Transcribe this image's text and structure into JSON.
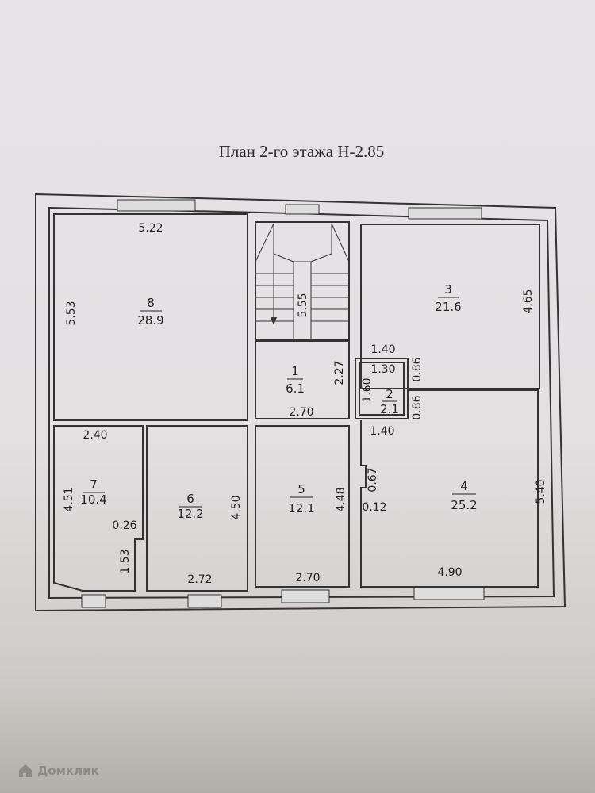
{
  "title": "План 2-го этажа Н-2.85",
  "rooms": {
    "r8": {
      "num": "8",
      "area": "28.9",
      "width": "5.22",
      "height": "5.53"
    },
    "stair": {
      "length": "5.55"
    },
    "r3": {
      "num": "3",
      "area": "21.6",
      "height": "4.65"
    },
    "r1": {
      "num": "1",
      "area": "6.1",
      "height": "2.27",
      "width": "2.70"
    },
    "r2": {
      "num": "2",
      "area": "2.1",
      "outer_top": "1.40",
      "inner_top": "1.30",
      "height": "1.60",
      "right_top": "0.86",
      "right_bottom": "0.86",
      "bottom": "1.40"
    },
    "r4": {
      "num": "4",
      "area": "25.2",
      "height": "5.40",
      "width": "4.90",
      "niche": "0.67",
      "niche_depth": "0.12"
    },
    "r5": {
      "num": "5",
      "area": "12.1",
      "height": "4.48",
      "width": "2.70"
    },
    "r6": {
      "num": "6",
      "area": "12.2",
      "height": "4.50",
      "width": "2.72"
    },
    "r7": {
      "num": "7",
      "area": "10.4",
      "width": "2.40",
      "height": "4.51",
      "notch": "0.26",
      "lower": "1.53"
    }
  },
  "watermark": "Домклик"
}
